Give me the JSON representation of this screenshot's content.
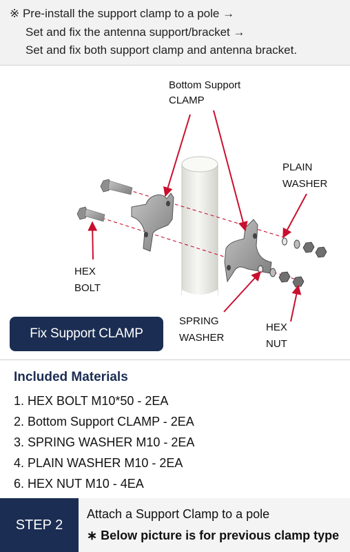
{
  "notes": [
    "※ Pre-install the support clamp to a pole →",
    "Set and fix the antenna support/bracket →",
    "Set and fix both support clamp and antenna bracket."
  ],
  "diagram": {
    "bottom_support_label": [
      "Bottom Support",
      "CLAMP"
    ],
    "plain_washer_label": [
      "PLAIN",
      "WASHER"
    ],
    "hex_bolt_label": [
      "HEX",
      "BOLT"
    ],
    "spring_washer_label": [
      "SPRING",
      "WASHER"
    ],
    "hex_nut_label": [
      "HEX",
      "NUT"
    ],
    "arrow_color": "#c8102e",
    "pole_color": "#eeeeea",
    "hardware_color": "#9a9a9a"
  },
  "fix_button": {
    "label": "Fix Support CLAMP",
    "color": "#1b2d52"
  },
  "materials": {
    "heading": "Included Materials",
    "items": [
      "1. HEX BOLT   M10*50 - 2EA",
      "2. Bottom Support CLAMP - 2EA",
      "3. SPRING WASHER   M10  - 2EA",
      "4. PLAIN WASHER   M10 - 2EA",
      "6. HEX NUT   M10 - 4EA"
    ]
  },
  "step": {
    "label": "STEP 2",
    "title": "Attach a Support Clamp to a pole",
    "note": "∗ Below picture is for previous clamp type"
  }
}
